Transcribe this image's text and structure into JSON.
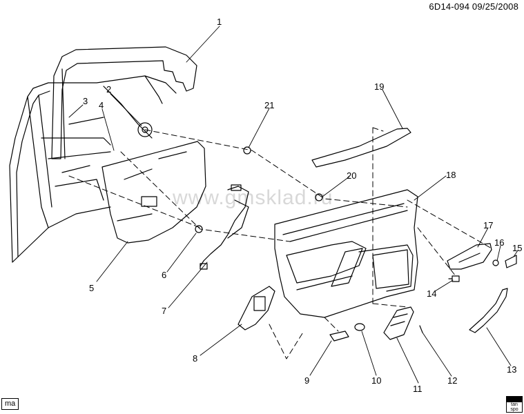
{
  "header": {
    "code_date": "6D14-094  09/25/2008"
  },
  "watermark": "www.gmsklad.ru",
  "footer": {
    "ma_label": "ma",
    "logo_line1": "tan",
    "logo_line2": "spo"
  },
  "callouts": [
    "1",
    "2",
    "3",
    "4",
    "5",
    "6",
    "7",
    "8",
    "9",
    "10",
    "11",
    "12",
    "13",
    "14",
    "15",
    "16",
    "17",
    "18",
    "19",
    "20",
    "21"
  ]
}
